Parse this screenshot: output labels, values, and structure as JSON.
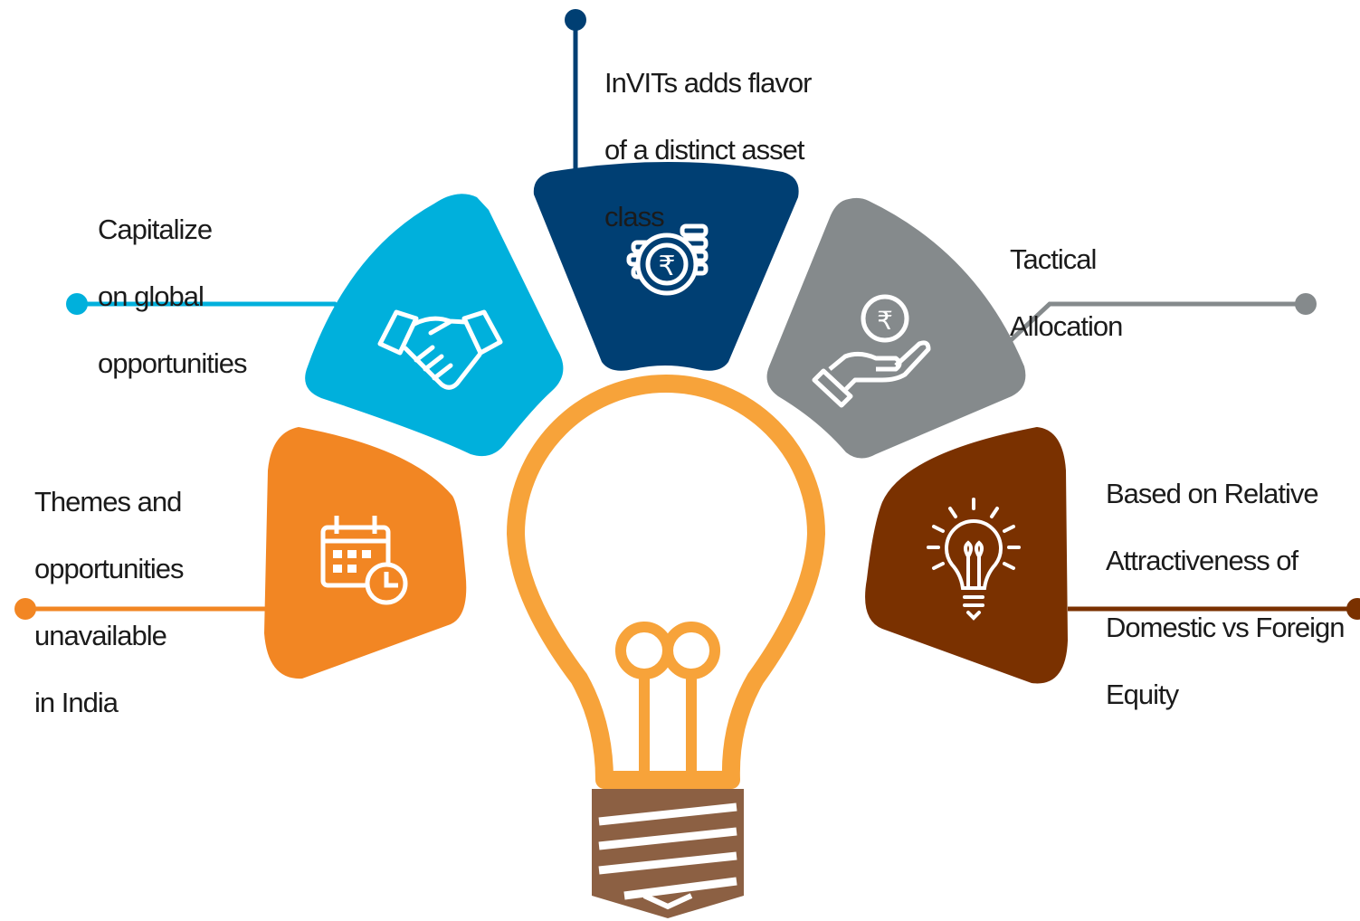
{
  "items": [
    {
      "id": "themes",
      "lines": [
        "Themes and",
        "opportunities",
        "unavailable",
        "in India"
      ],
      "icon": "calendar-clock-icon",
      "color": "#f28623"
    },
    {
      "id": "global",
      "lines": [
        "Capitalize",
        "on global",
        "opportunities"
      ],
      "icon": "handshake-icon",
      "color": "#00b0dc"
    },
    {
      "id": "invits",
      "lines": [
        "InVITs adds flavor",
        "of a distinct asset",
        "class"
      ],
      "icon": "rupee-coins-icon",
      "color": "#003f73"
    },
    {
      "id": "tactical",
      "lines": [
        "Tactical",
        "Allocation"
      ],
      "icon": "rupee-hand-icon",
      "color": "#858a8c"
    },
    {
      "id": "relative",
      "lines": [
        "Based on Relative",
        "Attractiveness of",
        "Domestic vs Foreign",
        "Equity"
      ],
      "icon": "lightbulb-icon",
      "color": "#7a3100"
    }
  ],
  "bulb": {
    "glass_color": "#f7a33a",
    "base_color": "#8c6043"
  }
}
